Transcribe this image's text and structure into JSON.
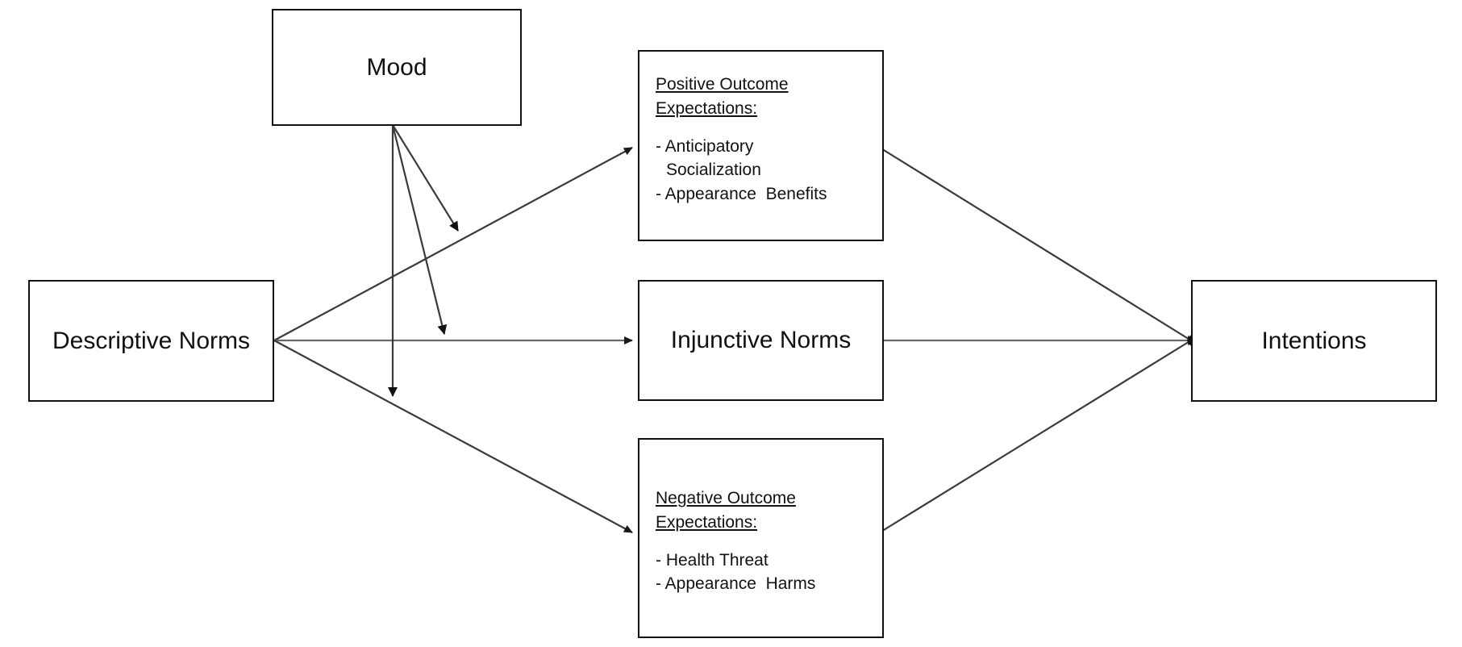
{
  "diagram": {
    "title": "Conceptual model of descriptive norms, mood, outcome expectations, injunctive norms and intentions",
    "type": "path-model",
    "background_color": "#ffffff",
    "line_color": "#3a3a3a",
    "box_border_color": "#111111"
  },
  "nodes": {
    "mood": {
      "label": "Mood"
    },
    "descriptive_norms": {
      "label": "Descriptive Norms"
    },
    "positive_outcome": {
      "heading_line1": "Positive Outcome",
      "heading_line2": "Expectations:",
      "items": [
        "- Anticipatory",
        "Socialization",
        "- Appearance  Benefits"
      ]
    },
    "injunctive_norms": {
      "label": "Injunctive Norms"
    },
    "negative_outcome": {
      "heading_line1": "Negative Outcome",
      "heading_line2": "Expectations:",
      "items": [
        "- Health Threat",
        "- Appearance  Harms"
      ]
    },
    "intentions": {
      "label": "Intentions"
    }
  },
  "edges": [
    {
      "name": "descriptive-to-positive",
      "from": "descriptive_norms",
      "to": "positive_outcome",
      "arrowhead": "open"
    },
    {
      "name": "descriptive-to-injunctive",
      "from": "descriptive_norms",
      "to": "injunctive_norms",
      "arrowhead": "open"
    },
    {
      "name": "descriptive-to-negative",
      "from": "descriptive_norms",
      "to": "negative_outcome",
      "arrowhead": "open"
    },
    {
      "name": "positive-to-intentions",
      "from": "positive_outcome",
      "to": "intentions",
      "arrowhead": "diamond"
    },
    {
      "name": "injunctive-to-intentions",
      "from": "injunctive_norms",
      "to": "intentions",
      "arrowhead": "diamond"
    },
    {
      "name": "negative-to-intentions",
      "from": "negative_outcome",
      "to": "intentions",
      "arrowhead": "diamond"
    },
    {
      "name": "mood-to-descriptive-positive-path",
      "from": "mood",
      "to": "descriptive-to-positive",
      "arrowhead": "solid"
    },
    {
      "name": "mood-to-descriptive-injunctive-path",
      "from": "mood",
      "to": "descriptive-to-injunctive",
      "arrowhead": "solid"
    },
    {
      "name": "mood-to-descriptive-negative-path",
      "from": "mood",
      "to": "descriptive-to-negative",
      "arrowhead": "solid"
    }
  ]
}
